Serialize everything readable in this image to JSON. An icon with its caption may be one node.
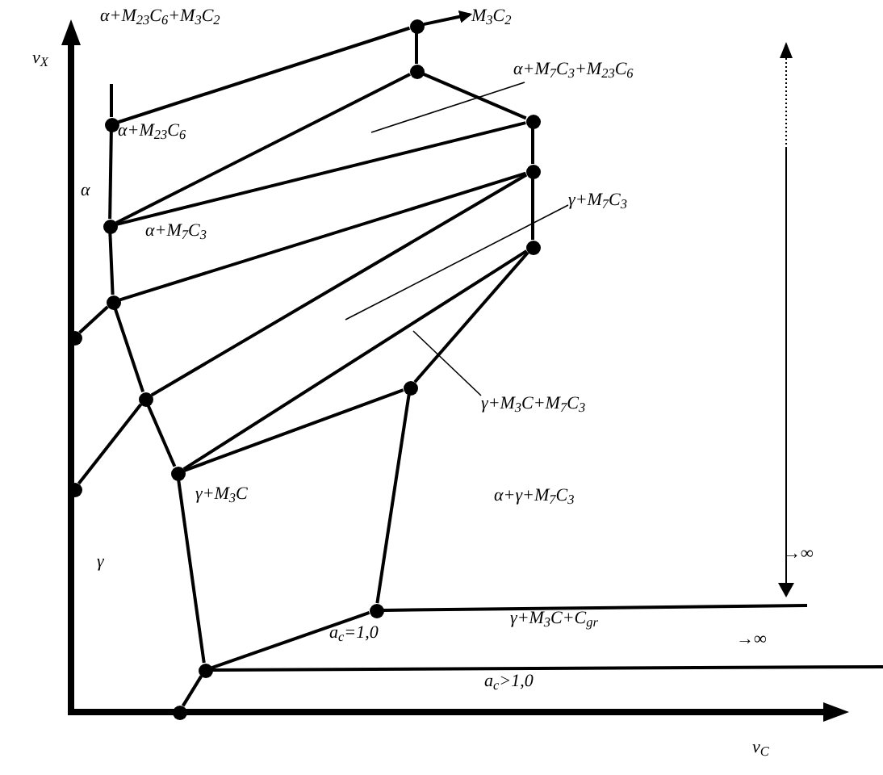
{
  "diagram": {
    "nodes": [
      {
        "text": [],
        "shape": "circle"
      },
      {
        "text": [],
        "shape": "circle"
      },
      {
        "text": [],
        "shape": "circle"
      },
      {
        "text": [],
        "shape": "circle"
      },
      {
        "text": [],
        "shape": "circle"
      },
      {
        "text": [],
        "shape": "circle"
      },
      {
        "text": [],
        "shape": "circle"
      },
      {
        "text": [],
        "shape": "circle"
      },
      {
        "text": [],
        "shape": "circle"
      },
      {
        "text": [],
        "shape": "circle"
      },
      {
        "text": [],
        "shape": "circle"
      },
      {
        "text": [],
        "shape": "circle"
      },
      {
        "text": [],
        "shape": "circle"
      },
      {
        "text": [],
        "shape": "circle"
      },
      {
        "text": [],
        "shape": "circle"
      },
      {
        "text": [],
        "shape": "circle"
      },
      {
        "text": [
          "α+M$_{7}$C$_{3}$+M$_{23}$C$_{6}$"
        ]
      },
      {
        "text": [
          "γ+M$_{7}$C$_{3}$"
        ]
      },
      {
        "text": [
          "γ+M$_{3}$C+M$_{7}$C$_{3}$"
        ]
      },
      {
        "text": [
          "M$_{3}$C$_{2}$"
        ]
      }
    ],
    "edges": [
      {
        "from": 0,
        "to": 19,
        "arrow": "to"
      },
      {
        "from": 2,
        "to": 0,
        "arrow": "none"
      },
      {
        "from": 0,
        "to": 1,
        "arrow": "none"
      },
      {
        "from": 1,
        "to": 3,
        "arrow": "none"
      },
      {
        "from": 1,
        "to": 5,
        "arrow": "none"
      },
      {
        "from": 3,
        "to": 4,
        "arrow": "none"
      },
      {
        "from": 4,
        "to": 6,
        "arrow": "none"
      },
      {
        "from": 5,
        "to": 3,
        "arrow": "none"
      },
      {
        "from": 7,
        "to": 4,
        "arrow": "none"
      },
      {
        "from": 2,
        "to": null,
        "arrow": "none"
      },
      {
        "from": 2,
        "to": 5,
        "arrow": "none"
      },
      {
        "from": 5,
        "to": 7,
        "arrow": "none"
      },
      {
        "from": 7,
        "to": 8,
        "arrow": "none"
      },
      {
        "from": 7,
        "to": 9,
        "arrow": "none"
      },
      {
        "from": 9,
        "to": 4,
        "arrow": "none"
      },
      {
        "from": 12,
        "to": 6,
        "arrow": "none"
      },
      {
        "from": 10,
        "to": 6,
        "arrow": "none"
      },
      {
        "from": 12,
        "to": 10,
        "arrow": "none"
      },
      {
        "from": 9,
        "to": 12,
        "arrow": "none"
      },
      {
        "from": 9,
        "to": 11,
        "arrow": "none"
      },
      {
        "from": 12,
        "to": 14,
        "arrow": "none"
      },
      {
        "from": 10,
        "to": 13,
        "arrow": "none"
      },
      {
        "from": 13,
        "to": 14,
        "arrow": "none"
      },
      {
        "from": 14,
        "to": 15,
        "arrow": "none"
      },
      {
        "from": 13,
        "to": null,
        "arrow": "none"
      },
      {
        "from": 14,
        "to": null,
        "arrow": "none"
      },
      {
        "from": 16,
        "to": null,
        "arrow": "none"
      },
      {
        "from": 17,
        "to": null,
        "arrow": "none"
      },
      {
        "from": 18,
        "to": null,
        "arrow": "none"
      }
    ],
    "labels": [
      "α+M$_{23}$C$_{6}$+M$_{3}$C$_{2}$",
      "ν$_{X}$",
      "α+M$_{23}$C$_{6}$",
      "α",
      "α+M$_{7}$C$_{3}$",
      "γ+M$_{3}$C",
      "α+γ+M$_{7}$C$_{3}$",
      "γ",
      "→∞",
      "γ+M$_{3}$C+C$_{gr}$",
      "a$_{c}$=1,0",
      "→∞",
      "a$_{c}$>1,0",
      "ν$_{C}$"
    ]
  }
}
